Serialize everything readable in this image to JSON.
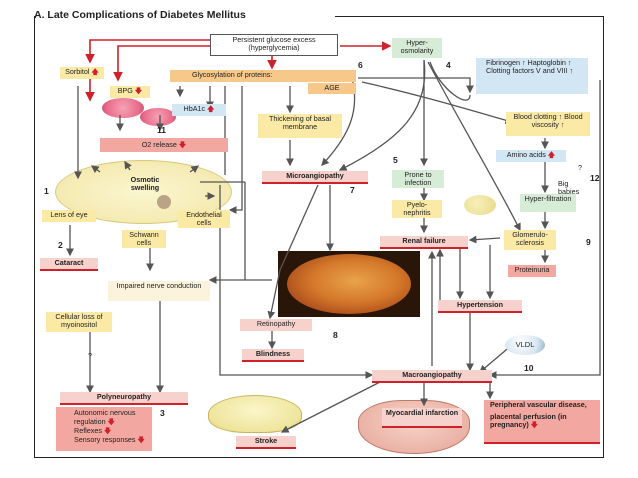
{
  "title": "A. Late Complications of Diabetes Mellitus",
  "colors": {
    "arrow_red": "#d0202a",
    "arrow_gray": "#555555",
    "accent_up": "#d0202a"
  },
  "icons": {
    "increase": "up-arrow-icon",
    "decrease": "down-arrow-icon"
  },
  "numbers": [
    "1",
    "2",
    "3",
    "4",
    "5",
    "6",
    "7",
    "8",
    "9",
    "10",
    "11",
    "12"
  ],
  "boxes": {
    "hyperglycemia": "Persistent glucose excess (hyperglycemia)",
    "hyperosmolarity": "Hyper-osmolarity",
    "sorbitol": "Sorbitol",
    "bpg": "BPG",
    "glycosylation": "Glycosylation of proteins:",
    "age": "AGE",
    "hba1c": "HbA1c",
    "o2_release": "O2 release",
    "thickening": "Thickening of basal membrane",
    "clotting": "Fibrinogen ↑ Haptoglobin ↑ Clotting factors V and VIII ↑",
    "blood_clotting": "Blood clotting ↑ Blood viscosity ↑",
    "amino_acids": "Amino acids",
    "big_babies": "Big babies",
    "hyperfiltration": "Hyper-filtration",
    "osmotic_swelling": "Osmotic swelling",
    "microangiopathy": "Microangiopathy",
    "prone_infection": "Prone to infection",
    "pyelonephritis": "Pyelo-nephritis",
    "renal_failure": "Renal failure",
    "glomerulosclerosis": "Glomerulo-sclerosis",
    "proteinuria": "Proteinuria",
    "lens": "Lens of eye",
    "endothelial": "Endothelial cells",
    "schwann": "Schwann cells",
    "cataract": "Cataract",
    "nerve": "Impaired nerve conduction",
    "myoinositol": "Cellular loss of myoinositol",
    "question": "?",
    "retinopathy": "Retinopathy",
    "blindness": "Blindness",
    "hypertension": "Hypertension",
    "vldl": "VLDL",
    "macroangiopathy": "Macroangiopathy",
    "polyneuropathy": "Polyneuropathy",
    "autonomic": "Autonomic nervous regulation",
    "reflexes": "Reflexes",
    "sensory": "Sensory responses",
    "stroke": "Stroke",
    "myocardial": "Myocardial infarction",
    "peripheral": "Peripheral vascular disease,",
    "placental": "placental perfusion (in pregnancy)"
  }
}
